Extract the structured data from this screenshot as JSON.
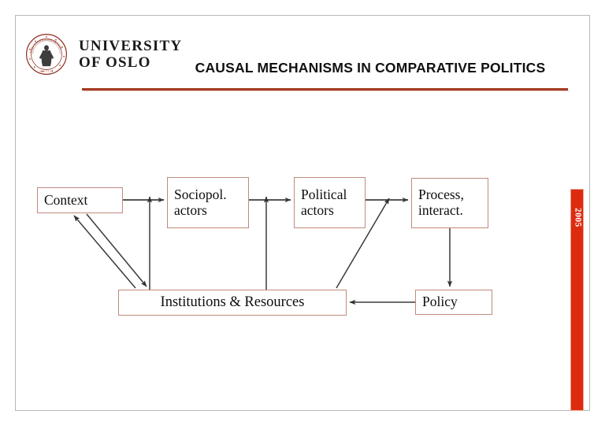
{
  "slide": {
    "title": "CAUSAL MECHANISMS IN COMPARATIVE POLITICS",
    "year_tab": "2005",
    "accent_color": "#a33a22",
    "tab_color": "#dd2b10",
    "box_border_color": "#c08a7c",
    "background_color": "#ffffff"
  },
  "branding": {
    "organization": "UNIVERSITY\nOF OSLO",
    "seal_alt": "university-of-oslo-seal"
  },
  "diagram": {
    "type": "flow-diagram",
    "nodes": [
      {
        "id": "context",
        "label": "Context"
      },
      {
        "id": "sociopol",
        "label": "Sociopol.\nactors"
      },
      {
        "id": "political",
        "label": "Political\nactors"
      },
      {
        "id": "process",
        "label": "Process,\ninteract."
      },
      {
        "id": "inst",
        "label": "Institutions & Resources"
      },
      {
        "id": "policy",
        "label": "Policy"
      }
    ],
    "edges": [
      {
        "from": "context",
        "to": "sociopol"
      },
      {
        "from": "sociopol",
        "to": "political"
      },
      {
        "from": "political",
        "to": "process"
      },
      {
        "from": "inst",
        "to": "context"
      },
      {
        "from": "context",
        "to": "inst"
      },
      {
        "from": "inst",
        "to": "sociopol"
      },
      {
        "from": "inst",
        "to": "political"
      },
      {
        "from": "inst",
        "to": "process"
      },
      {
        "from": "process",
        "to": "policy"
      },
      {
        "from": "policy",
        "to": "inst"
      }
    ]
  }
}
